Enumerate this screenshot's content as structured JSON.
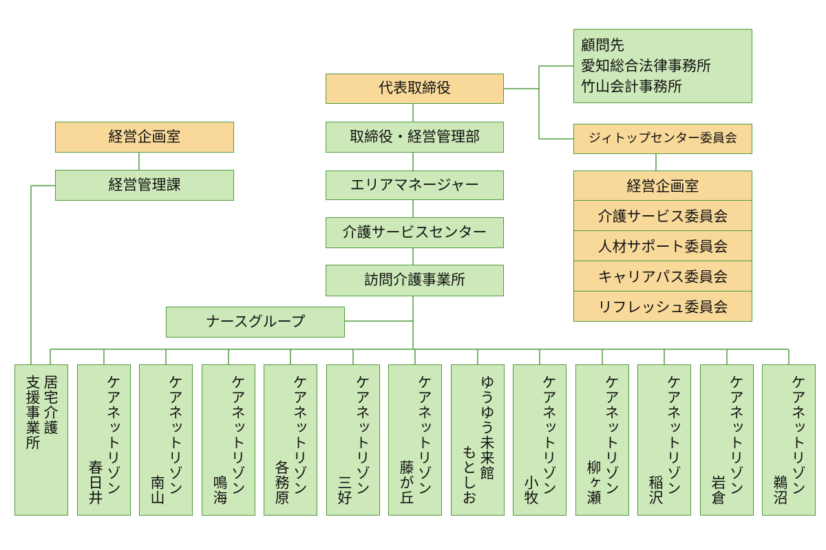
{
  "top": {
    "representative": "代表取締役",
    "advisor_title": "顧問先",
    "advisor_lines": [
      "愛知総合法律事務所",
      "竹山会計事務所"
    ],
    "committee_main": "ジィトップセンター委員会",
    "committee_list": [
      "経営企画室",
      "介護サービス委員会",
      "人材サポート委員会",
      "キャリアパス委員会",
      "リフレッシュ委員会"
    ]
  },
  "center": {
    "mgmt_dept": "取締役・経営管理部",
    "area_manager": "エリアマネージャー",
    "service_center": "介護サービスセンター",
    "home_care": "訪問介護事業所",
    "nurse_group": "ナースグループ"
  },
  "left": {
    "planning_office": "経営企画室",
    "management_section": "経営管理課"
  },
  "branches": [
    {
      "col1": "居宅介護",
      "col2": "支援事業所"
    },
    {
      "col1": "ケアネットリゾン",
      "col2": "春日井"
    },
    {
      "col1": "ケアネットリゾン",
      "col2": "南山"
    },
    {
      "col1": "ケアネットリゾン",
      "col2": "鳴海"
    },
    {
      "col1": "ケアネットリゾン",
      "col2": "各務原"
    },
    {
      "col1": "ケアネットリゾン",
      "col2": "三好"
    },
    {
      "col1": "ケアネットリゾン",
      "col2": "藤が丘"
    },
    {
      "col1": "ゆうゆう未来館",
      "col2": "もとしお"
    },
    {
      "col1": "ケアネットリゾン",
      "col2": "小牧"
    },
    {
      "col1": "ケアネットリゾン",
      "col2": "柳ヶ瀬"
    },
    {
      "col1": "ケアネットリゾン",
      "col2": "稲沢"
    },
    {
      "col1": "ケアネットリゾン",
      "col2": "岩倉"
    },
    {
      "col1": "ケアネットリゾン",
      "col2": "鵜沼"
    }
  ],
  "colors": {
    "line": "#4f9a3c",
    "green_fill": "#cde8b9",
    "orange_fill": "#f8d99a"
  }
}
